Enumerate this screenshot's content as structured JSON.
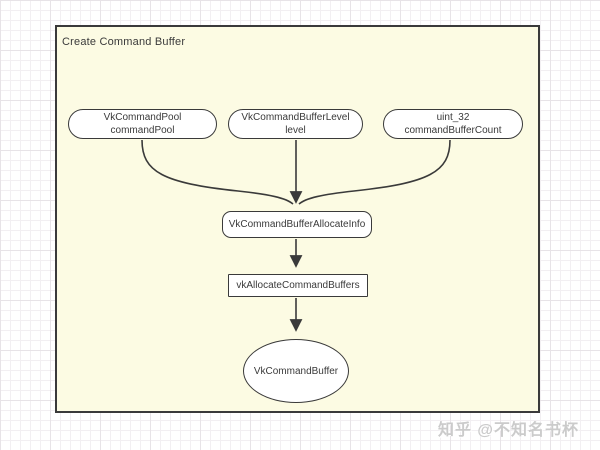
{
  "diagram": {
    "title": "Create Command Buffer",
    "nodes": {
      "command_pool": {
        "line1": "VkCommandPool",
        "line2": "commandPool"
      },
      "buffer_level": {
        "line1": "VkCommandBufferLevel",
        "line2": "level"
      },
      "buffer_count": {
        "line1": "uint_32",
        "line2": "commandBufferCount"
      },
      "allocate_info": {
        "label": "VkCommandBufferAllocateInfo"
      },
      "allocate_call": {
        "label": "vkAllocateCommandBuffers"
      },
      "command_buffer": {
        "label": "VkCommandBuffer"
      }
    },
    "colors": {
      "canvas_fill": "#fcfbe3",
      "stroke": "#3a3a3a",
      "node_fill": "#ffffff",
      "grid_minor": "#f2eff2",
      "grid_major": "#e7e3e7",
      "watermark": "#cbcbcb"
    }
  },
  "watermark": {
    "text": "知乎 @不知名书杯"
  }
}
